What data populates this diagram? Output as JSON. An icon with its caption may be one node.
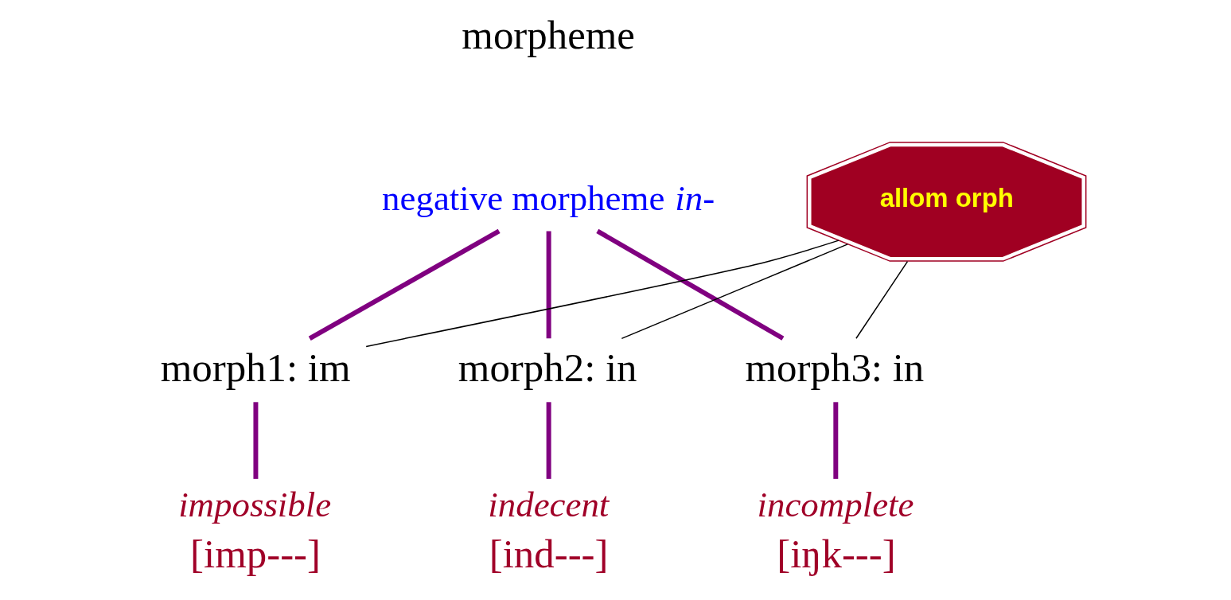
{
  "diagram": {
    "nodes": [
      {
        "text": [
          "negative morpheme *in-*"
        ]
      },
      {
        "text": [
          "morph1: im"
        ]
      },
      {
        "text": [
          "morph2: in"
        ]
      },
      {
        "text": [
          "morph3: in"
        ]
      },
      {
        "text": [
          "impossible"
        ],
        "beside": [
          "[imp---]"
        ]
      },
      {
        "text": [
          "indecent"
        ],
        "beside": [
          "[ind---]"
        ]
      },
      {
        "text": [
          "incomplete"
        ],
        "beside": [
          "[iŋk---]"
        ]
      },
      {
        "text": [
          "allom orph"
        ]
      }
    ],
    "edges": [
      {
        "from": 0,
        "to": 1,
        "arrow": "none"
      },
      {
        "from": 0,
        "to": 2,
        "arrow": "none"
      },
      {
        "from": 0,
        "to": 3,
        "arrow": "none"
      },
      {
        "from": 7,
        "to": 1,
        "arrow": "none",
        "color": "#000000"
      },
      {
        "from": 7,
        "to": 2,
        "arrow": "none",
        "color": "#000000"
      },
      {
        "from": 7,
        "to": 3,
        "arrow": "none",
        "color": "#000000"
      },
      {
        "from": 1,
        "to": 4,
        "arrow": "none"
      },
      {
        "from": 2,
        "to": 5,
        "arrow": "none"
      },
      {
        "from": 3,
        "to": 6,
        "arrow": "none"
      }
    ],
    "labels": [
      "morpheme"
    ]
  }
}
